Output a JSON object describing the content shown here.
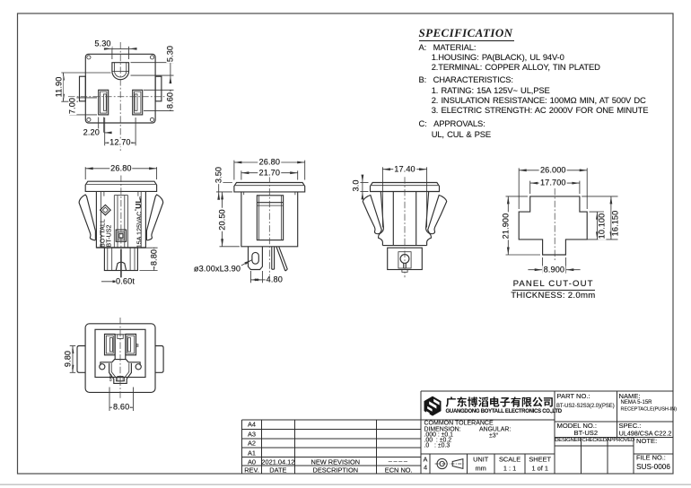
{
  "sheet": {
    "background": "#ffffff",
    "line_color": "#3d3d3d",
    "ink_color": "#1d1d1d"
  },
  "spec": {
    "title": "SPECIFICATION",
    "sections": [
      {
        "label": "A:",
        "heading": "MATERIAL:",
        "items": [
          "1.HOUSING: PA(BLACK), UL 94V-0",
          "2.TERMINAL: COPPER ALLOY, TIN PLATED"
        ]
      },
      {
        "label": "B:",
        "heading": "CHARACTERISTICS:",
        "items": [
          "1. RATING: 15A 125V~ UL,PSE",
          "2. INSULATION RESISTANCE: 100MΩ MIN, AT 500V DC",
          "3. ELECTRIC STRENGTH: AC 2000V FOR ONE MINUTE"
        ]
      },
      {
        "label": "C:",
        "heading": "APPROVALS:",
        "items": [
          "UL, CUL & PSE"
        ]
      }
    ]
  },
  "dims": {
    "top": {
      "ground_w": "5.30",
      "ground_h": "5.30",
      "outer_h": "11.90",
      "slot_offset": "7.00",
      "slot_h": "8.60",
      "slot_w": "2.20",
      "pitch": "12.70"
    },
    "front": {
      "width": "26.80",
      "base_h": "8.80",
      "pin_t": "0.60t"
    },
    "side": {
      "width": "26.80",
      "body_w": "21.70",
      "flange_t": "3.50",
      "body_h": "20.50",
      "hole": "ø3.00xL3.90",
      "pin_span": "4.80"
    },
    "end": {
      "wing_span": "17.40",
      "flange_t": "3.0"
    },
    "cutout": {
      "width": "26.000",
      "top_w": "17.700",
      "height": "21.900",
      "side_h": "10.100",
      "right_h": "16.150",
      "notch_w": "8.900",
      "title": "PANEL CUT-OUT",
      "subtitle": "THICKNESS: 2.0mm"
    },
    "bottom": {
      "tab_h": "9.80",
      "mouth_w": "8.60"
    }
  },
  "markings": {
    "brand": "BOYTALL",
    "model": "BT-US2",
    "rating": "15A 125VAC",
    "ul": "UL",
    "ul_c": "c",
    "ul_us": "us",
    "w": "W",
    "grd": "GRD"
  },
  "revision_table": {
    "rows": [
      {
        "rev": "A4",
        "date": "",
        "description": "",
        "ecn": ""
      },
      {
        "rev": "A3",
        "date": "",
        "description": "",
        "ecn": ""
      },
      {
        "rev": "A2",
        "date": "",
        "description": "",
        "ecn": ""
      },
      {
        "rev": "A1",
        "date": "",
        "description": "",
        "ecn": ""
      },
      {
        "rev": "A0",
        "date": "2021.04.12",
        "description": "NEW REVISION",
        "ecn": "––––"
      }
    ],
    "header": {
      "rev": "REV.",
      "date": "DATE",
      "description": "DESCRIPTION",
      "ecn": "ECN NO."
    }
  },
  "title_block": {
    "company_cn": "广东博滔电子有限公司",
    "company_en": "GUANGDONG BOYTALL ELECTRONICS CO.,LTD",
    "part_no_label": "PART NO.:",
    "part_no": "BT-US2-S2S3(2.0)(PSE)",
    "name_label": "NAME:",
    "name_line1": "NEMA 5-15R",
    "name_line2": "RECEPTACLE(PUSH-IN)",
    "model_no_label": "MODEL NO.:",
    "model_no": "BT-US2",
    "spec_label": "SPEC.:",
    "spec_value": "UL498/CSA C22.2",
    "designer_label": "DESIGNER",
    "checked_label": "CHECKED",
    "approved_label": "APPROVED",
    "note_label": "NOTE:",
    "file_no_label": "FILE NO.:",
    "file_no": "SUS-0006",
    "tolerance_title": "COMMON TOLERANCE",
    "dimension_label": "DIMENSION:",
    "angular_label": "ANGULAR:",
    "angular_value": "±3°",
    "tol_row1": ".000 : ±0.1",
    "tol_row2": ".00  : ±0.2",
    "tol_row3": ".0   : ±0.3",
    "paper_letter": "A",
    "paper_digit": "4",
    "unit_label": "UNIT",
    "unit_value": "mm",
    "scale_label": "SCALE",
    "scale_value": "1 : 1",
    "sheet_label": "SHEET",
    "sheet_value": "1 of 1"
  }
}
